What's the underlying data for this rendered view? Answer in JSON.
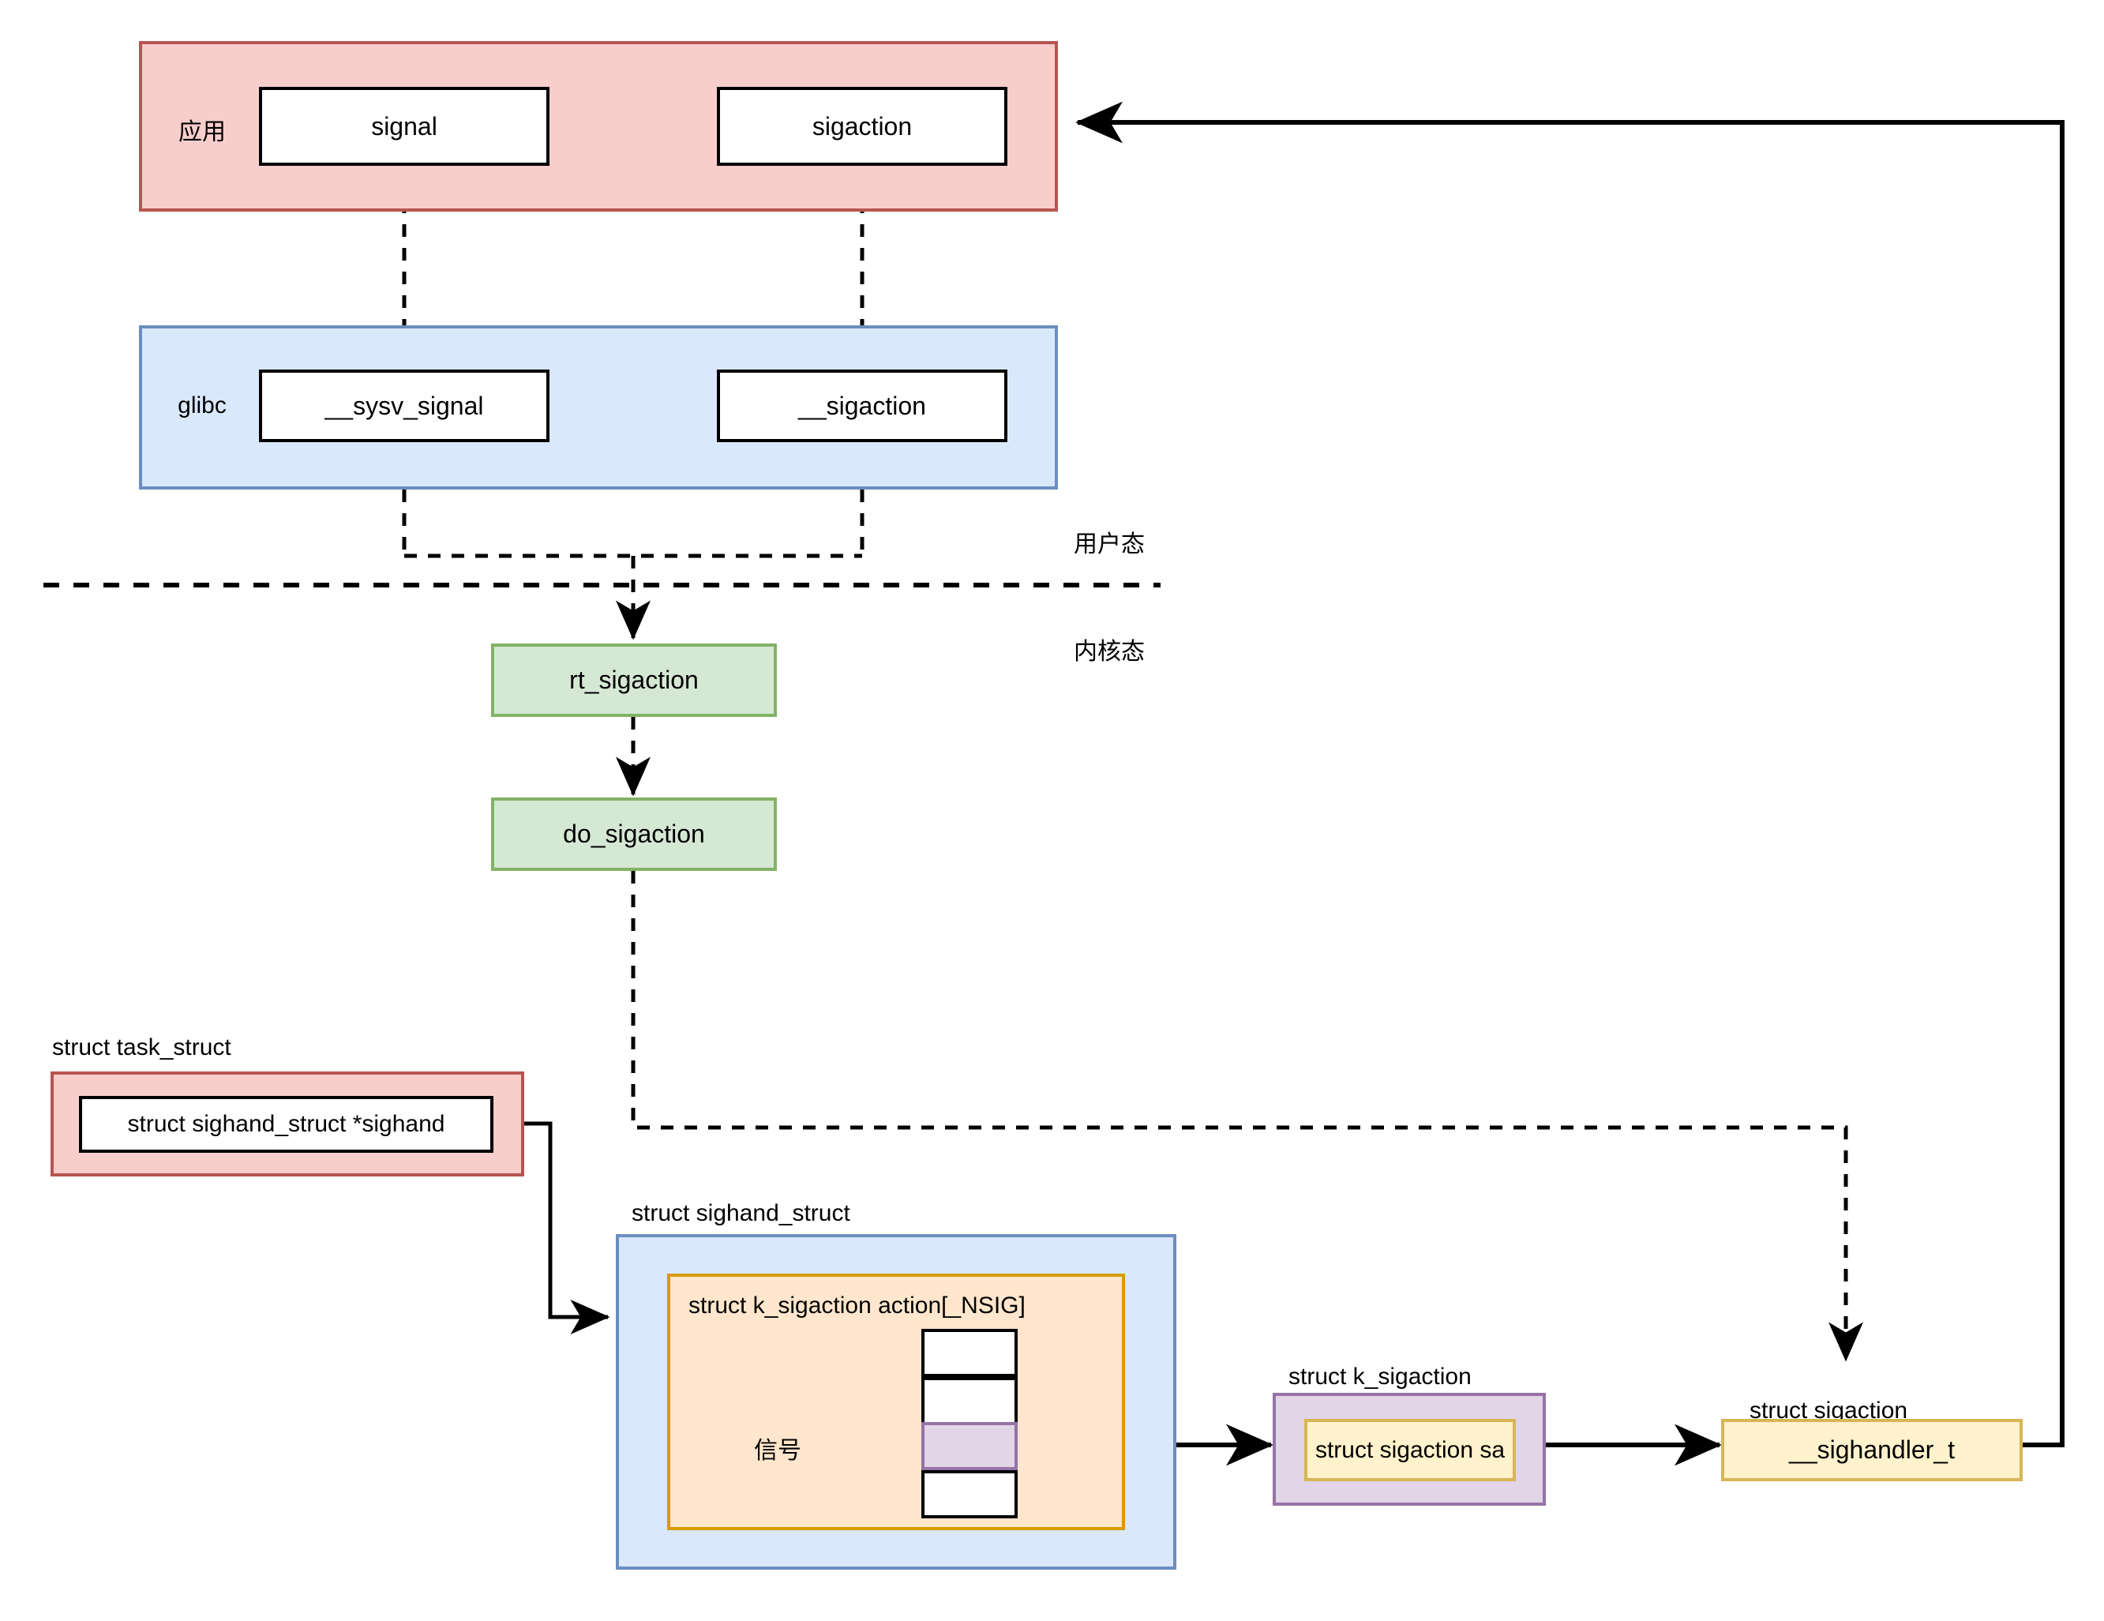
{
  "diagram": {
    "title": "Linux signal registration flow (signal / sigaction)",
    "layers": {
      "app": {
        "label": "应用",
        "boxes": [
          {
            "label": "signal"
          },
          {
            "label": "sigaction"
          }
        ]
      },
      "glibc": {
        "label": "glibc",
        "boxes": [
          {
            "label": "__sysv_signal"
          },
          {
            "label": "__sigaction"
          }
        ]
      }
    },
    "mode_labels": {
      "user": "用户态",
      "kernel": "内核态"
    },
    "kernel_funcs": [
      {
        "label": "rt_sigaction"
      },
      {
        "label": "do_sigaction"
      }
    ],
    "structs": {
      "task_struct": {
        "caption": "struct task_struct",
        "field": "struct sighand_struct *sighand"
      },
      "sighand_struct": {
        "caption": "struct sighand_struct",
        "array_label": "struct k_sigaction action[_NSIG]",
        "signal_label": "信号",
        "array_cells": [
          {
            "index": 0,
            "selected": false
          },
          {
            "index": 1,
            "selected": false
          },
          {
            "index": 2,
            "selected": true
          },
          {
            "index": 3,
            "selected": false
          }
        ]
      },
      "k_sigaction": {
        "caption": "struct k_sigaction",
        "field": "struct sigaction sa"
      },
      "sigaction": {
        "caption": "struct sigaction",
        "field": "__sighandler_t"
      }
    },
    "colors": {
      "app_fill": "#f8cecc",
      "app_stroke": "#b85450",
      "glibc_fill": "#dae8fc",
      "glibc_stroke": "#6c8ebf",
      "kernel_fill": "#d5e8d4",
      "kernel_stroke": "#82b366",
      "array_fill": "#ffe6cc",
      "array_stroke": "#d79b00",
      "selected_fill": "#e1d5e7",
      "selected_stroke": "#9673a6",
      "handler_fill": "#fff2cc",
      "handler_stroke": "#d6b656",
      "line": "#000000"
    }
  }
}
